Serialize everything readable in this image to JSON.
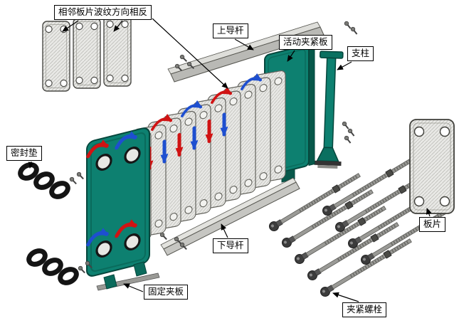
{
  "labels": {
    "adjacent_plates": "相邻板片波纹方向相反",
    "upper_guide_rod": "上导杆",
    "movable_clamp_plate": "活动夹紧板",
    "support_column": "支柱",
    "seal_gasket": "密封垫",
    "plate": "板片",
    "fixed_clamp_plate": "固定夹板",
    "lower_guide_rod": "下导杆",
    "clamp_bolts": "夹紧螺栓"
  },
  "colors": {
    "teal": "#0d8070",
    "teal_dark": "#07584a",
    "plate_fill": "#e9e9e6",
    "rod_fill": "#c6c6c2",
    "arrow_red": "#d01313",
    "arrow_blue": "#1e4fd0",
    "gasket_black": "#141414"
  }
}
